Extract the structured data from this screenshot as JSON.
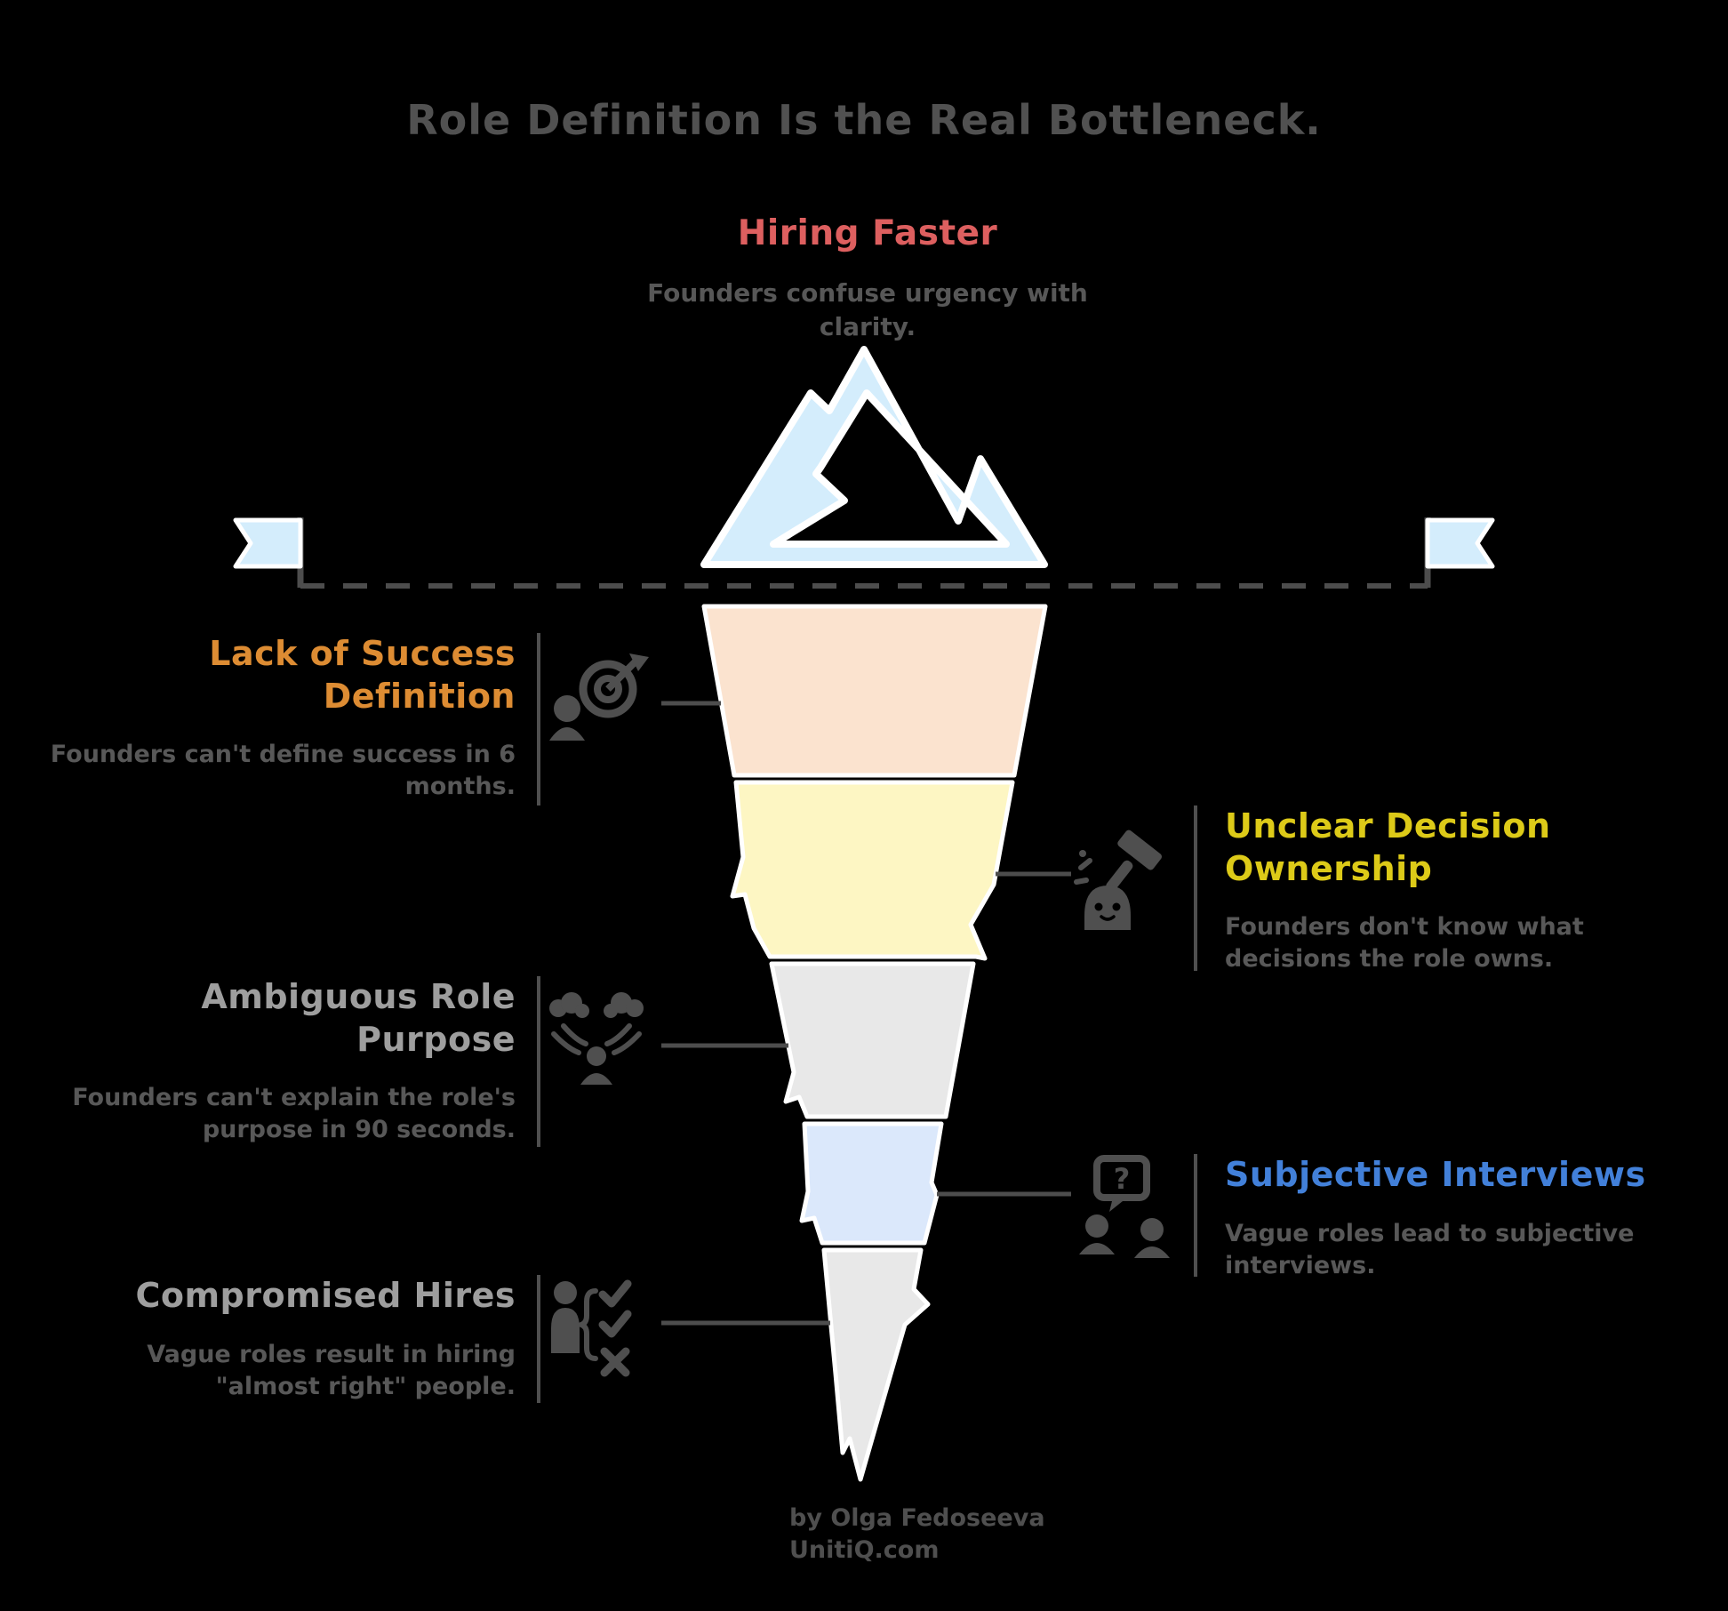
{
  "title": "Role Definition Is the Real Bottleneck.",
  "surface": {
    "heading": "Hiring Faster",
    "description": "Founders confuse urgency with clarity.",
    "color": "#dd5f5f"
  },
  "iceberg": {
    "above_water_color": "#d4edfc",
    "flag_color": "#d4edfc",
    "waterline_color": "#4d4d4d",
    "segments": [
      {
        "name": "lack-of-success-definition",
        "color": "#fbe3cf"
      },
      {
        "name": "unclear-decision-ownership",
        "color": "#fdf6c3"
      },
      {
        "name": "ambiguous-role-purpose",
        "color": "#e8e8e8"
      },
      {
        "name": "subjective-interviews",
        "color": "#dbe8fb"
      },
      {
        "name": "compromised-hires",
        "color": "#e8e8e8"
      }
    ]
  },
  "sections": [
    {
      "heading": "Lack of Success Definition",
      "description": "Founders can't define success in 6 months.",
      "color": "#dd8c33",
      "icon": "person-target-icon",
      "side": "left"
    },
    {
      "heading": "Unclear Decision Ownership",
      "description": "Founders don't know what decisions the role owns.",
      "color": "#ddca18",
      "icon": "gavel-alert-icon",
      "side": "right"
    },
    {
      "heading": "Ambiguous Role Purpose",
      "description": "Founders can't explain the role's purpose in 90 seconds.",
      "color": "#9e9e9e",
      "icon": "confused-person-icon",
      "side": "left"
    },
    {
      "heading": "Subjective Interviews",
      "description": "Vague roles lead to subjective interviews.",
      "color": "#4280d9",
      "icon": "interview-question-icon",
      "icon_glyph": "?",
      "side": "right"
    },
    {
      "heading": "Compromised Hires",
      "description": "Vague roles result in hiring \"almost right\" people.",
      "color": "#9e9e9e",
      "icon": "candidate-checklist-icon",
      "side": "left"
    }
  ],
  "footer": {
    "byline": "by Olga Fedoseeva",
    "website": "UnitiQ.com"
  }
}
